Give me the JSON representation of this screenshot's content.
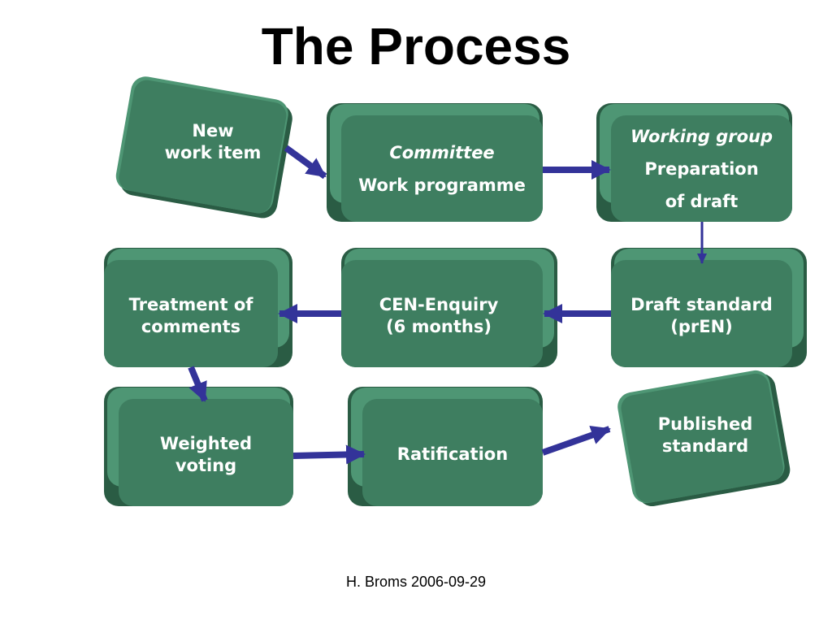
{
  "title": "The Process",
  "footer": "H. Broms 2006-09-29",
  "colors": {
    "box": "#3E7E60",
    "box_edge": "#2A5C44",
    "box_light": "#4E9674",
    "arrow": "#333399"
  },
  "steps": {
    "new_work_item": {
      "line1": "New",
      "line2": "work item"
    },
    "committee": {
      "line1": "Committee",
      "line2": "Work programme"
    },
    "working_group": {
      "line1": "Working group",
      "line2": "Preparation",
      "line3": "of draft"
    },
    "draft_standard": {
      "line1": "Draft standard",
      "line2": "(prEN)"
    },
    "cen_enquiry": {
      "line1": "CEN-Enquiry",
      "line2": "(6 months)"
    },
    "treatment_of_comments": {
      "line1": "Treatment of",
      "line2": "comments"
    },
    "weighted_voting": {
      "line1": "Weighted",
      "line2": "voting"
    },
    "ratification": {
      "line1": "Ratification"
    },
    "published_standard": {
      "line1": "Published",
      "line2": "standard"
    }
  }
}
